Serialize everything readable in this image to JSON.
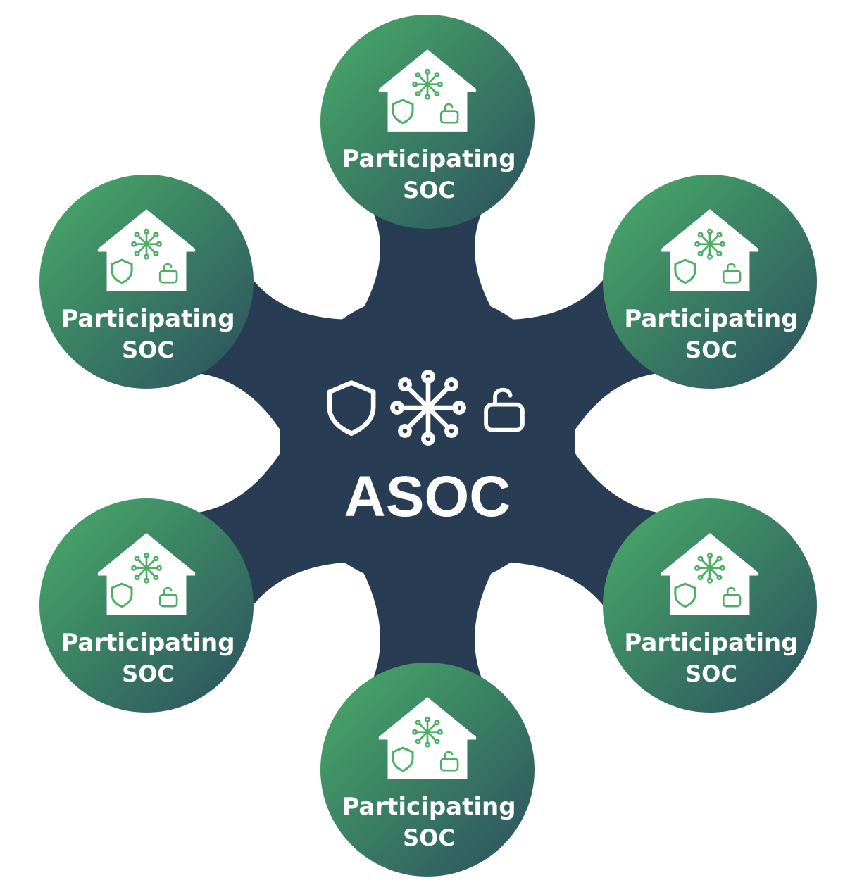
{
  "hub": {
    "label": "ASOC",
    "icons": [
      "shield-icon",
      "network-icon",
      "unlock-icon"
    ]
  },
  "nodes": [
    {
      "id": "top",
      "line1": "Participating",
      "line2": "SOC",
      "icon": "house-icon"
    },
    {
      "id": "upper-right",
      "line1": "Participating",
      "line2": "SOC",
      "icon": "house-icon"
    },
    {
      "id": "lower-right",
      "line1": "Participating",
      "line2": "SOC",
      "icon": "house-icon"
    },
    {
      "id": "bottom",
      "line1": "Participating",
      "line2": "SOC",
      "icon": "house-icon"
    },
    {
      "id": "lower-left",
      "line1": "Participating",
      "line2": "SOC",
      "icon": "house-icon"
    },
    {
      "id": "upper-left",
      "line1": "Participating",
      "line2": "SOC",
      "icon": "house-icon"
    }
  ],
  "colors": {
    "hub": "#283d53",
    "node_gradient_start": "#49ad68",
    "node_gradient_end": "#2b4f5f",
    "icon_green": "#4caf64",
    "text": "#ffffff"
  }
}
